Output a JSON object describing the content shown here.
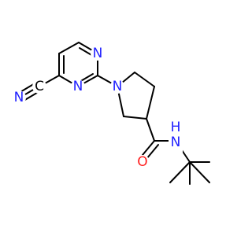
{
  "colors": {
    "bond": "#000000",
    "nitrogen": "#1f1fff",
    "oxygen": "#ff1f1f",
    "carbon": "#000000",
    "background": "#ffffff"
  },
  "atoms": {
    "n_nitrile": "N",
    "c_nitrile": "C",
    "n_pyrimidine_top": "N",
    "n_pyrimidine_bottom": "N",
    "n_pyrrolidine": "N",
    "o_carbonyl": "O",
    "n_amide": "N",
    "h_amide": "H"
  }
}
